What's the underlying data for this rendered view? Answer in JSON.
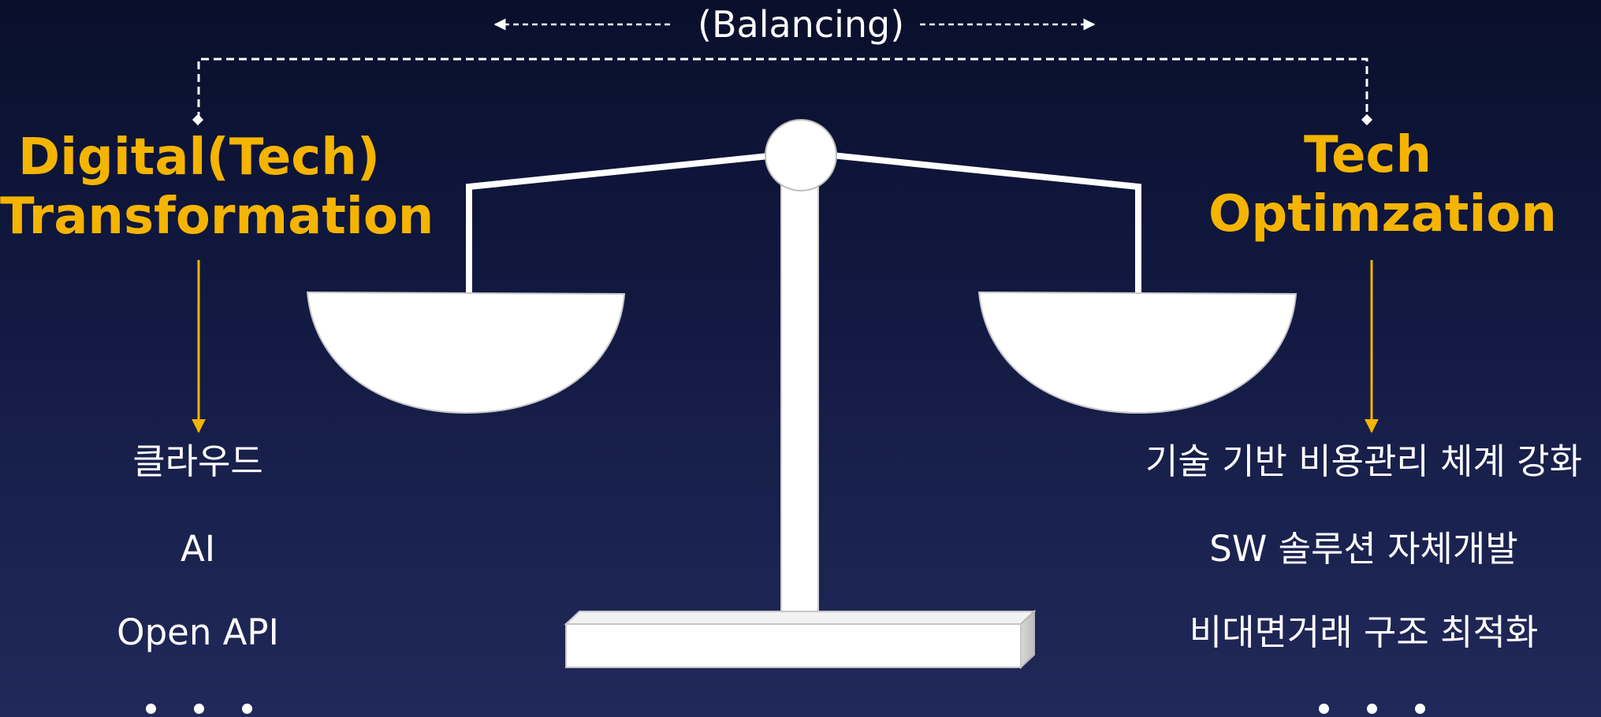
{
  "balancing_label": "(Balancing)",
  "left": {
    "title_line1": "Digital(Tech)",
    "title_line2": "Transformation",
    "items": [
      "클라우드",
      "AI",
      "Open API"
    ]
  },
  "right": {
    "title_line1": "Tech",
    "title_line2": "Optimzation",
    "items": [
      "기술 기반 비용관리 체계 강화",
      "SW 솔루션 자체개발",
      "비대면거래 구조 최적화"
    ]
  },
  "colors": {
    "accent": "#f4b400",
    "text": "#ffffff",
    "background_top": "#090f2b",
    "background_bottom": "#21295a"
  }
}
